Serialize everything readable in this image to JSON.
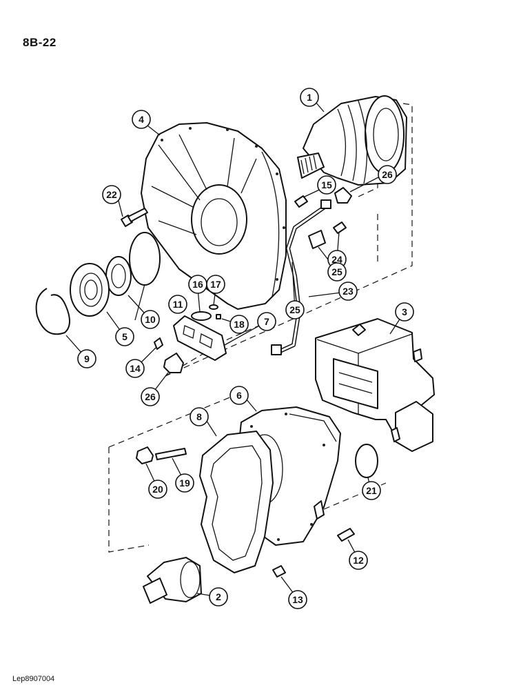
{
  "header": {
    "page_ref": "8B-22"
  },
  "footer": {
    "code": "Lep8907004"
  },
  "callouts": [
    {
      "id": "c1",
      "label": "1"
    },
    {
      "id": "c2",
      "label": "2"
    },
    {
      "id": "c3",
      "label": "3"
    },
    {
      "id": "c4",
      "label": "4"
    },
    {
      "id": "c5",
      "label": "5"
    },
    {
      "id": "c6",
      "label": "6"
    },
    {
      "id": "c7",
      "label": "7"
    },
    {
      "id": "c8",
      "label": "8"
    },
    {
      "id": "c9",
      "label": "9"
    },
    {
      "id": "c10",
      "label": "10"
    },
    {
      "id": "c11",
      "label": "11"
    },
    {
      "id": "c12",
      "label": "12"
    },
    {
      "id": "c13",
      "label": "13"
    },
    {
      "id": "c14",
      "label": "14"
    },
    {
      "id": "c15",
      "label": "15"
    },
    {
      "id": "c16",
      "label": "16"
    },
    {
      "id": "c17",
      "label": "17"
    },
    {
      "id": "c18",
      "label": "18"
    },
    {
      "id": "c19",
      "label": "19"
    },
    {
      "id": "c20",
      "label": "20"
    },
    {
      "id": "c21",
      "label": "21"
    },
    {
      "id": "c22",
      "label": "22"
    },
    {
      "id": "c23",
      "label": "23"
    },
    {
      "id": "c24",
      "label": "24"
    },
    {
      "id": "c25a",
      "label": "25"
    },
    {
      "id": "c25b",
      "label": "25"
    },
    {
      "id": "c26a",
      "label": "26"
    },
    {
      "id": "c26b",
      "label": "26"
    }
  ]
}
